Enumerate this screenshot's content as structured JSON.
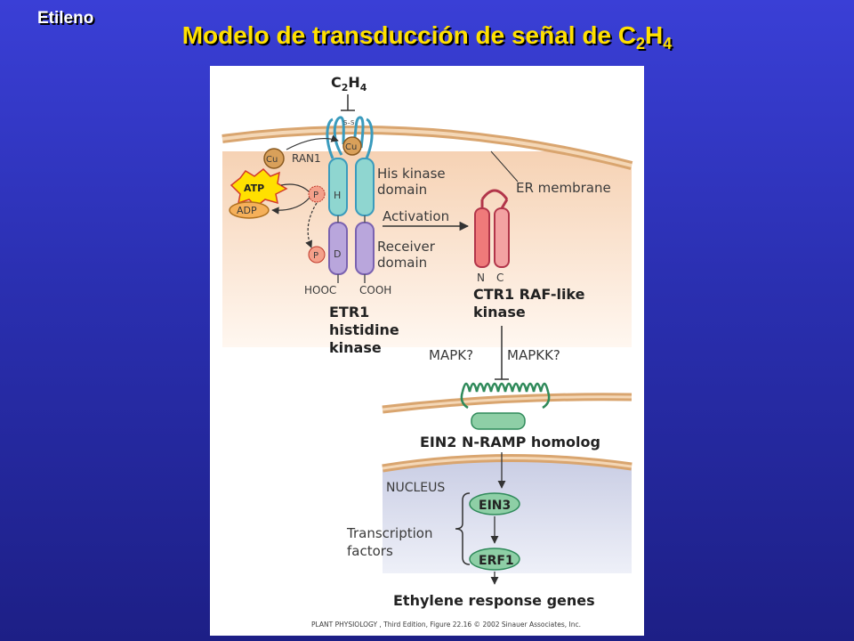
{
  "corner_label": "Etileno",
  "title": {
    "main": "Modelo de transducción de señal de C",
    "sub1": "2",
    "mid": "H",
    "sub2": "4"
  },
  "figure": {
    "ligand": {
      "c": "C",
      "sub1": "2",
      "h": "H",
      "sub2": "4"
    },
    "disulfide": "S–S",
    "cu": "Cu",
    "ran1": "RAN1",
    "atp": "ATP",
    "adp": "ADP",
    "p": "P",
    "h_letter": "H",
    "d_letter": "D",
    "his_kinase": [
      "His kinase",
      "domain"
    ],
    "receiver": [
      "Receiver",
      "domain"
    ],
    "activation": "Activation",
    "er_membrane": "ER membrane",
    "hooc": "HOOC",
    "cooh": "COOH",
    "n_letter": "N",
    "c_letter": "C",
    "etr1": [
      "ETR1",
      "histidine",
      "kinase"
    ],
    "ctr1": [
      "CTR1 RAF-like",
      "kinase"
    ],
    "mapk": "MAPK?",
    "mapkk": "MAPKK?",
    "ein2": "EIN2 N-RAMP homolog",
    "nucleus": "NUCLEUS",
    "ein3": "EIN3",
    "erf1": "ERF1",
    "transcription": [
      "Transcription",
      "factors"
    ],
    "ethylene_response": "Ethylene response genes",
    "credit": "PLANT PHYSIOLOGY , Third Edition, Figure 22.16  © 2002 Sinauer Associates, Inc."
  }
}
